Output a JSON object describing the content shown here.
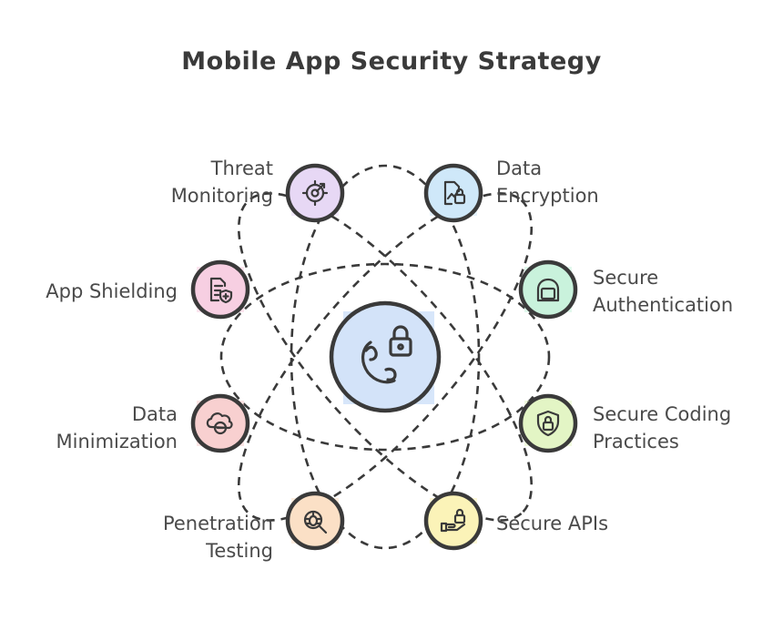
{
  "title": "Mobile App Security Strategy",
  "nodes": [
    {
      "id": "threat-monitoring",
      "label": "Threat\nMonitoring",
      "icon": "target-icon",
      "fill": "#e7d8f5"
    },
    {
      "id": "data-encryption",
      "label": "Data\nEncryption",
      "icon": "encrypted-document-icon",
      "fill": "#cfe8f9"
    },
    {
      "id": "app-shielding",
      "label": "App Shielding",
      "icon": "shielded-document-icon",
      "fill": "#f7cfe2"
    },
    {
      "id": "secure-authentication",
      "label": "Secure\nAuthentication",
      "icon": "lock-icon",
      "fill": "#c9f2dc"
    },
    {
      "id": "data-minimization",
      "label": "Data\nMinimization",
      "icon": "cloud-reduce-icon",
      "fill": "#f8d0d0"
    },
    {
      "id": "secure-coding",
      "label": "Secure Coding\nPractices",
      "icon": "shield-lock-icon",
      "fill": "#e3f5c5"
    },
    {
      "id": "penetration-testing",
      "label": "Penetration\nTesting",
      "icon": "bug-search-icon",
      "fill": "#fbe0c6"
    },
    {
      "id": "secure-apis",
      "label": "Secure APIs",
      "icon": "hand-lock-icon",
      "fill": "#fbf3b8"
    }
  ],
  "center": {
    "icon": "phone-lock-icon",
    "fill": "#d3e3f9"
  },
  "colors": {
    "stroke": "#3a3a3a",
    "text": "#4a4a4a"
  }
}
